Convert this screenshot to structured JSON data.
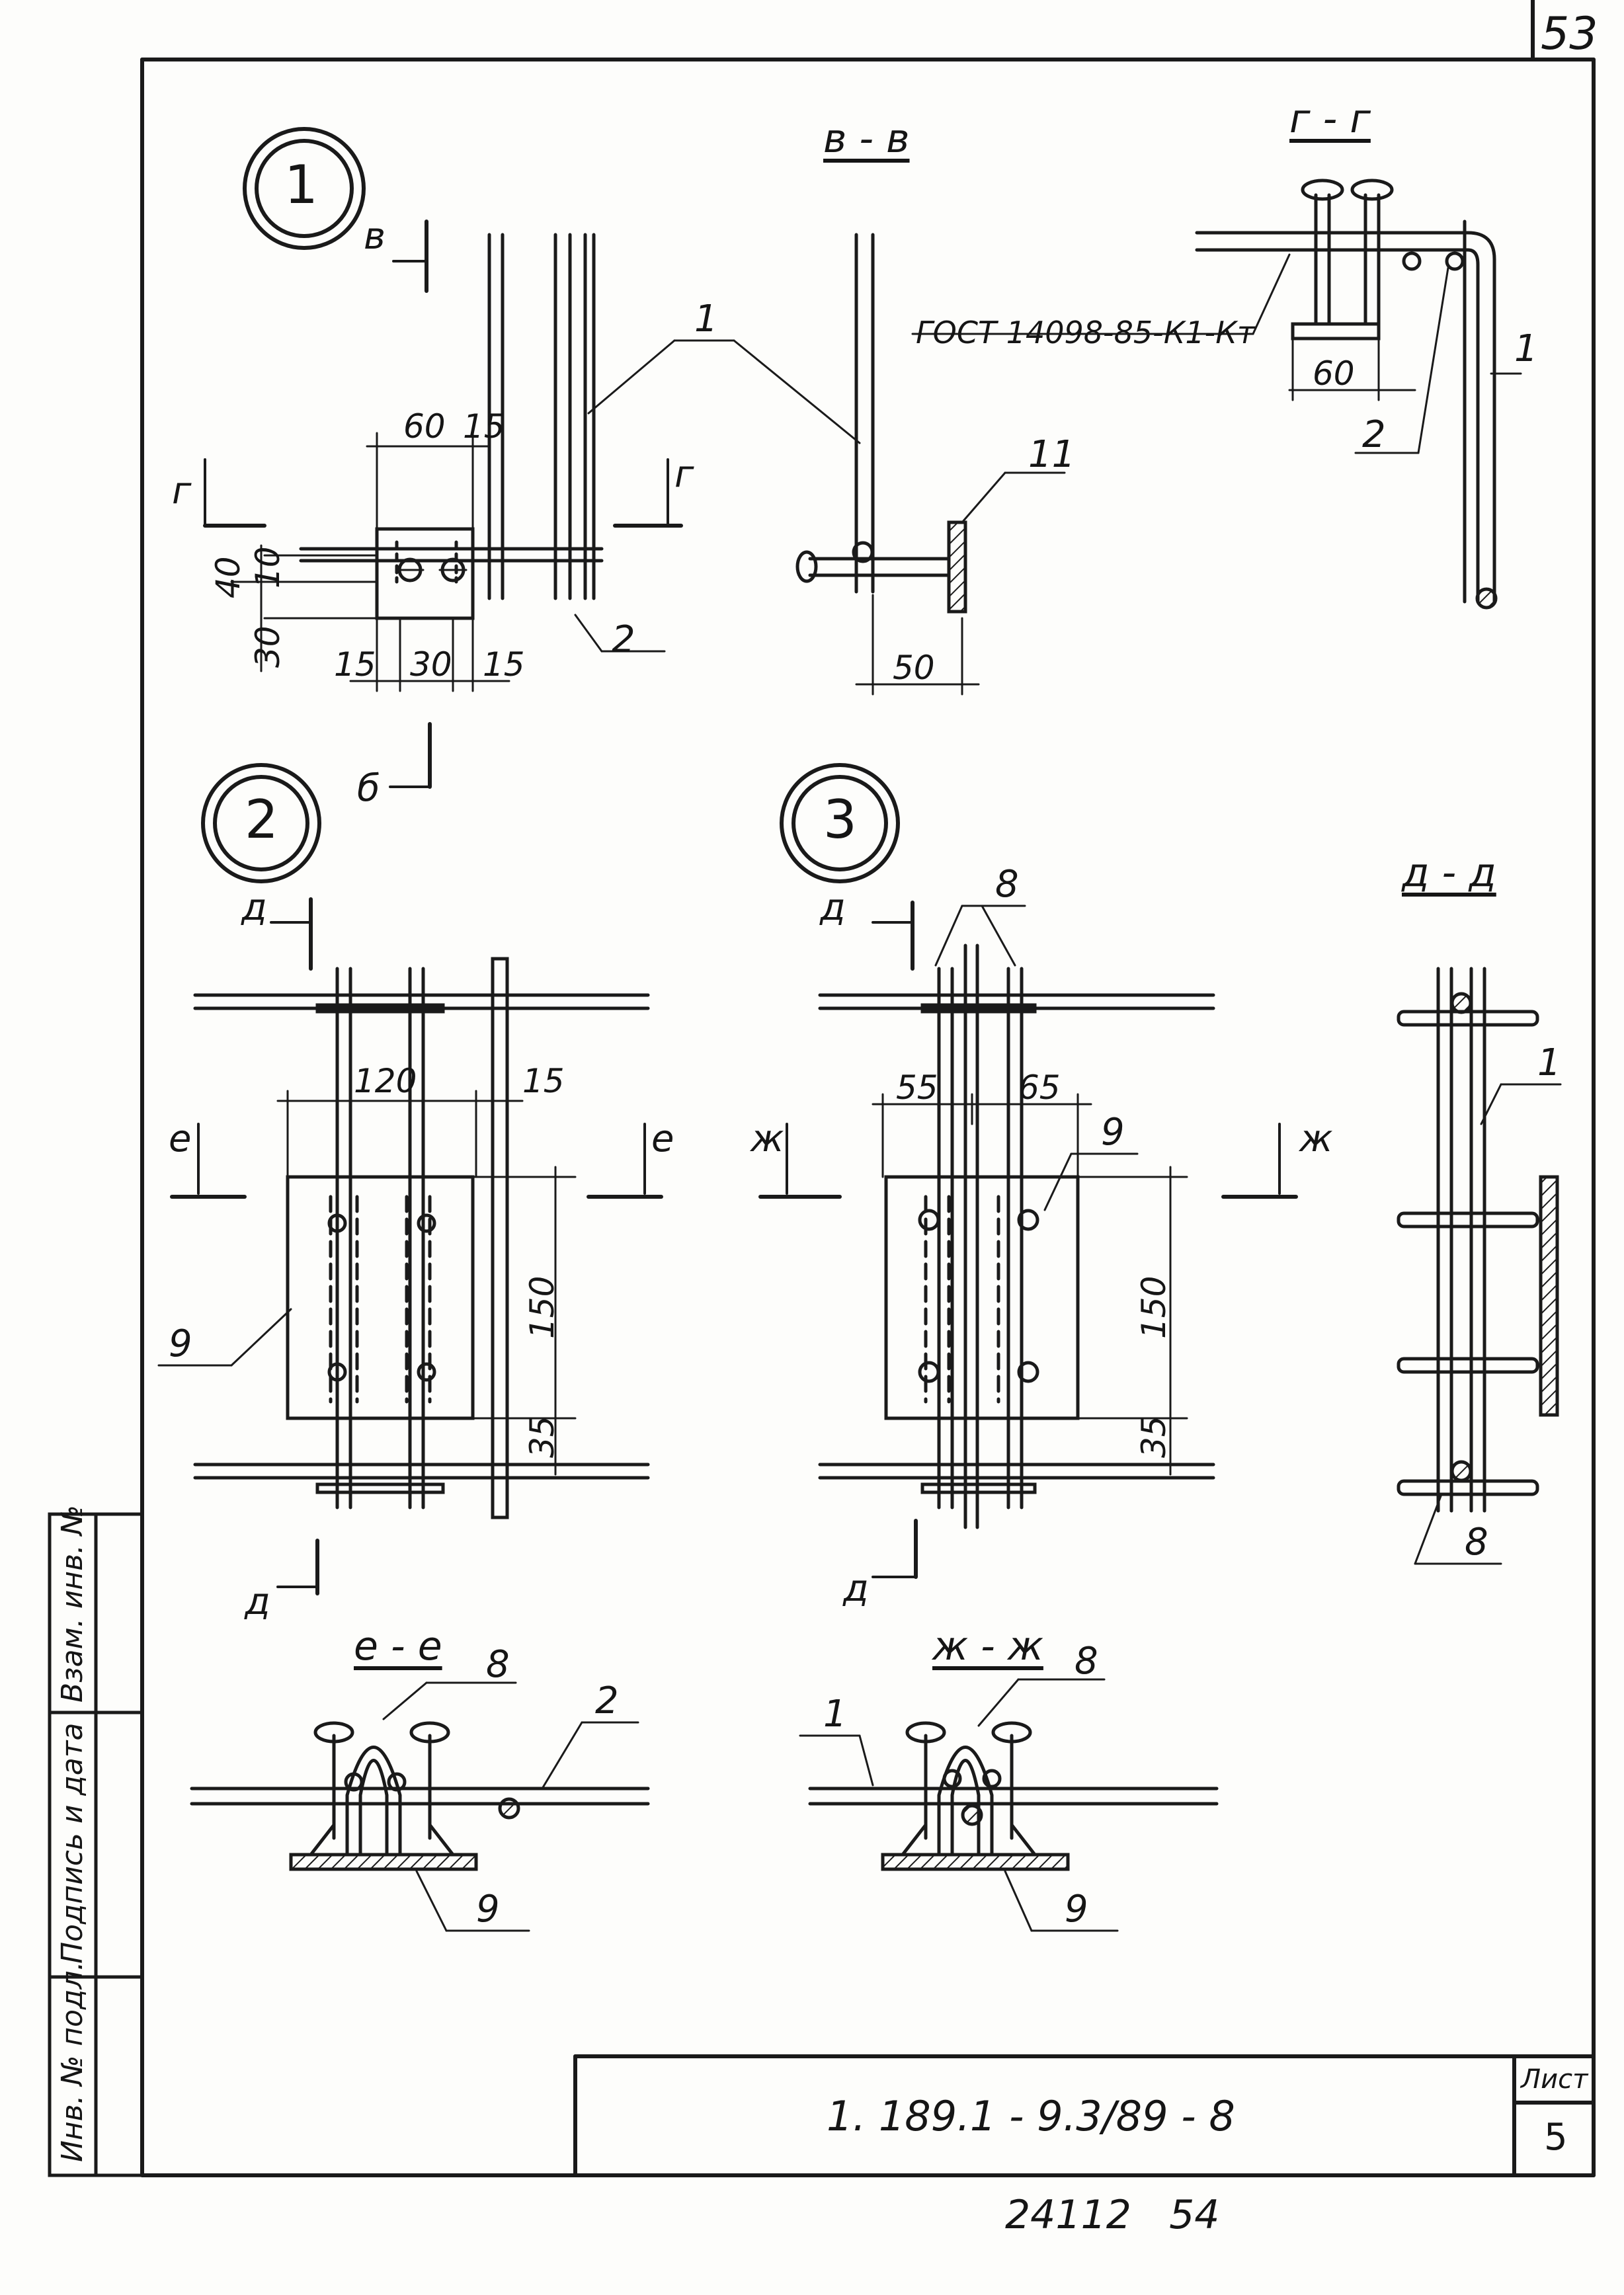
{
  "sheet_corner_number": "53",
  "details": {
    "d1": "1",
    "d2": "2",
    "d3": "3"
  },
  "sections": {
    "v_v": "в - в",
    "g_g": "г - г",
    "d_d": "д - д",
    "e_e": "е - е",
    "zh_zh": "ж - ж"
  },
  "cut_marks": {
    "v": "в",
    "g": "г",
    "b": "б",
    "d": "д",
    "e": "е",
    "zh": "ж"
  },
  "gost": "ГОСТ 14098-85-К1-Кт",
  "positions": {
    "p1": "1",
    "p2": "2",
    "p8": "8",
    "p9": "9",
    "p11": "11"
  },
  "dims": {
    "d60": "60",
    "d15": "15",
    "d40": "40",
    "d10": "10",
    "d30": "30",
    "d50": "50",
    "d120": "120",
    "d150": "150",
    "d35": "35",
    "d55": "55",
    "d65": "65"
  },
  "side_stamp": {
    "inv_podl": "Инв. № подл.",
    "podpis": "Подпись и дата",
    "vzam": "Взам. инв. №"
  },
  "title_block": {
    "designation": "1. 189.1 - 9.3/89 - 8",
    "list_label": "Лист",
    "list_number": "5"
  },
  "footer": "24112   54"
}
